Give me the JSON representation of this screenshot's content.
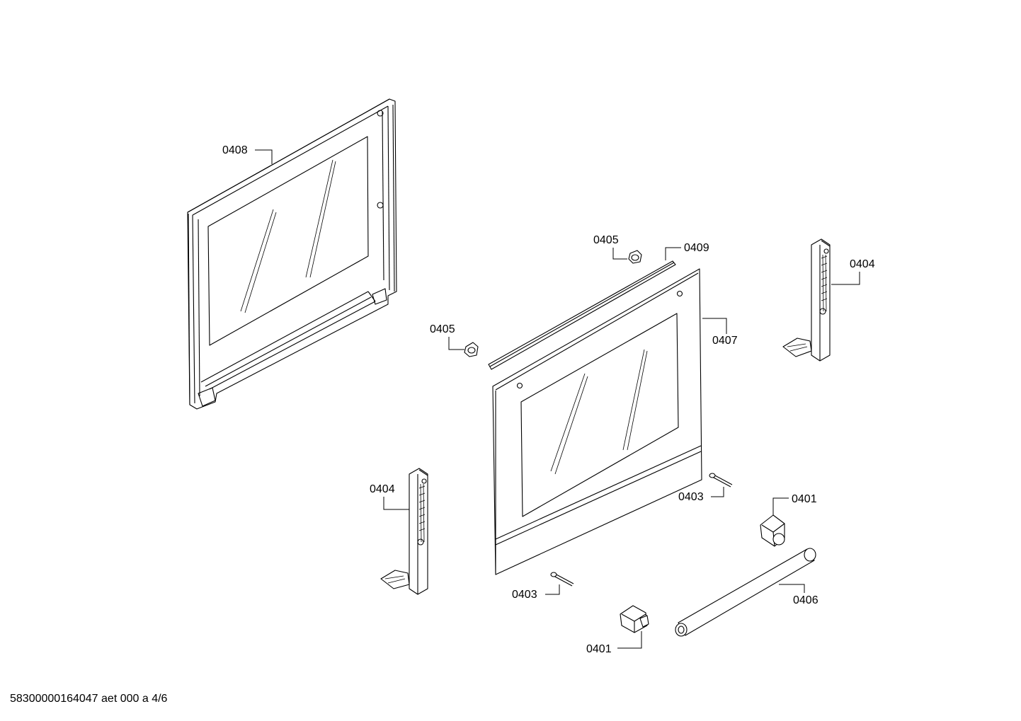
{
  "diagram": {
    "labels": {
      "door_frame_back": "0408",
      "cap_top": "0405",
      "cap_left": "0405",
      "seal_strip": "0409",
      "hinge_right": "0404",
      "outer_glass": "0407",
      "hinge_left": "0404",
      "screw_right": "0403",
      "screw_left": "0403",
      "handle_end_right": "0401",
      "handle_end_left": "0401",
      "handle_bar": "0406"
    }
  },
  "footer": {
    "text": "58300000164047 aet 000 a 4/6"
  }
}
